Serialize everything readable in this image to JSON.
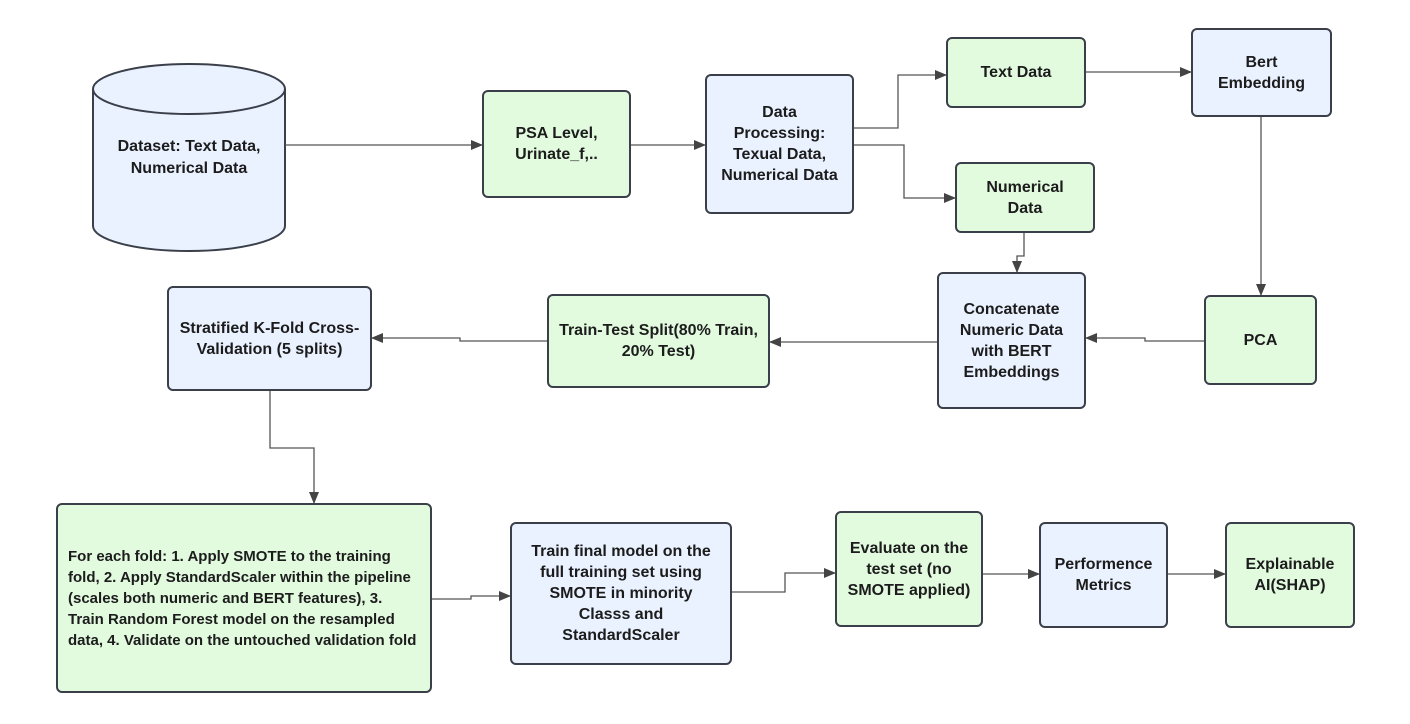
{
  "nodes": {
    "dataset": "Dataset: Text Data, Numerical Data",
    "psa": "PSA Level, Urinate_f,..",
    "processing": "Data Processing: Texual Data, Numerical Data",
    "text_data": "Text Data",
    "bert": "Bert Embedding",
    "numerical": "Numerical Data",
    "pca": "PCA",
    "concat": "Concatenate Numeric Data with BERT Embeddings",
    "split": "Train-Test Split(80% Train, 20% Test)",
    "kfold": "Stratified K-Fold Cross-Validation (5 splits)",
    "foldsteps": "For each fold: 1. Apply SMOTE to the training fold, 2. Apply StandardScaler within the pipeline (scales both numeric and BERT features),  3. Train Random Forest model on the resampled data, 4. Validate on the untouched validation fold",
    "final": "Train final model on the full training set using SMOTE in minority Classs and StandardScaler",
    "evaluate": "Evaluate on the test set (no SMOTE applied)",
    "metrics": "Performence Metrics",
    "xai": "Explainable AI(SHAP)"
  },
  "colors": {
    "process_fill": "#e2fbdf",
    "data_fill": "#eaf2ff",
    "stroke": "#3a3f4a",
    "arrow": "#555555"
  }
}
